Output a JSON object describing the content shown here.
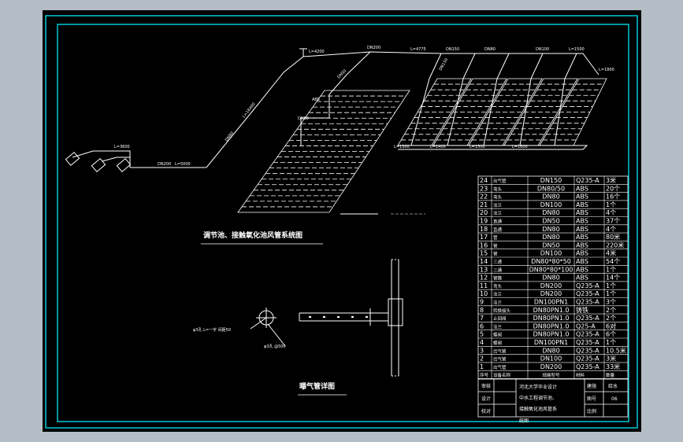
{
  "colors": {
    "background": "#b4bcc5",
    "canvas": "#000000",
    "frame": "#00c8d8",
    "lines": "#ffffff"
  },
  "drawing": {
    "main_title": "调节池、接触氧化池风管系统图",
    "detail_title": "曝气管详图",
    "pipe_labels": [
      "L=4200",
      "DN200",
      "L=4775",
      "DN150",
      "DN80",
      "DN100",
      "L=1500",
      "L=1800",
      "L=3600",
      "L=18400",
      "DN200",
      "L=5000",
      "ABS",
      "DN80",
      "L=1300",
      "L=1400",
      "L=1500",
      "L=1800",
      "DN150",
      "DN50",
      "DN80"
    ],
    "detail_labels": [
      "φ3孔 L=一字 间距50",
      "φ3孔 @500"
    ]
  },
  "table": {
    "header": [
      "序号",
      "设备名称",
      "规格型号",
      "材料",
      "数量"
    ],
    "rows": [
      {
        "no": "24",
        "name": "出气管",
        "spec": "DN150",
        "mat": "Q235-A",
        "qty": "3米"
      },
      {
        "no": "23",
        "name": "弯头",
        "spec": "DN80/50",
        "mat": "ABS",
        "qty": "20个"
      },
      {
        "no": "22",
        "name": "弯头",
        "spec": "DN80",
        "mat": "ABS",
        "qty": "16个"
      },
      {
        "no": "21",
        "name": "法兰",
        "spec": "DN100",
        "mat": "ABS",
        "qty": "1个"
      },
      {
        "no": "20",
        "name": "法兰",
        "spec": "DN80",
        "mat": "ABS",
        "qty": "4个"
      },
      {
        "no": "19",
        "name": "直通",
        "spec": "DN50",
        "mat": "ABS",
        "qty": "37个"
      },
      {
        "no": "18",
        "name": "直通",
        "spec": "DN80",
        "mat": "ABS",
        "qty": "4个"
      },
      {
        "no": "17",
        "name": "管",
        "spec": "DN80",
        "mat": "ABS",
        "qty": "80米"
      },
      {
        "no": "16",
        "name": "管",
        "spec": "DN50",
        "mat": "ABS",
        "qty": "220米"
      },
      {
        "no": "15",
        "name": "管",
        "spec": "DN100",
        "mat": "ABS",
        "qty": "4米"
      },
      {
        "no": "14",
        "name": "三通",
        "spec": "DN80*80*50",
        "mat": "ABS",
        "qty": "54个"
      },
      {
        "no": "13",
        "name": "三通",
        "spec": "DN80*80*100",
        "mat": "ABS",
        "qty": "1个"
      },
      {
        "no": "12",
        "name": "管箍",
        "spec": "DN80",
        "mat": "ABS",
        "qty": "14个"
      },
      {
        "no": "11",
        "name": "弯头",
        "spec": "DN200",
        "mat": "Q235-A",
        "qty": "1个"
      },
      {
        "no": "10",
        "name": "法兰",
        "spec": "DN200",
        "mat": "Q235-A",
        "qty": "1个"
      },
      {
        "no": "9",
        "name": "法兰",
        "spec": "DN100PN1",
        "mat": "Q235-A",
        "qty": "3个"
      },
      {
        "no": "8",
        "name": "转换接头",
        "spec": "DN80PN1.0",
        "mat": "铸铁",
        "qty": "2个"
      },
      {
        "no": "7",
        "name": "止回阀",
        "spec": "DN80PN1.0",
        "mat": "Q235-A",
        "qty": "2个"
      },
      {
        "no": "6",
        "name": "法兰",
        "spec": "DN80PN1.0",
        "mat": "Q25-A",
        "qty": "6对"
      },
      {
        "no": "5",
        "name": "蝶阀",
        "spec": "DN80PN1.0",
        "mat": "Q235-A",
        "qty": "6个"
      },
      {
        "no": "4",
        "name": "蝶阀",
        "spec": "DN100PN1",
        "mat": "Q235-A",
        "qty": "1个"
      },
      {
        "no": "3",
        "name": "出气管",
        "spec": "DN80",
        "mat": "Q235-A",
        "qty": "10.5米"
      },
      {
        "no": "2",
        "name": "出气管",
        "spec": "DN100",
        "mat": "Q235-A",
        "qty": "3米"
      },
      {
        "no": "1",
        "name": "出气管",
        "spec": "DN200",
        "mat": "Q235-A",
        "qty": "33米"
      }
    ]
  },
  "title_block": {
    "left_labels": [
      "审核",
      "设计",
      "校对"
    ],
    "project_lines": [
      "河北大学毕业设计",
      "中水工程调节池、",
      "接触氧化池风管系"
    ],
    "drawing_name_tail": "统图",
    "field_labels": [
      "建施",
      "图号",
      "比例"
    ],
    "field_values": [
      "给水",
      "06",
      ""
    ]
  }
}
